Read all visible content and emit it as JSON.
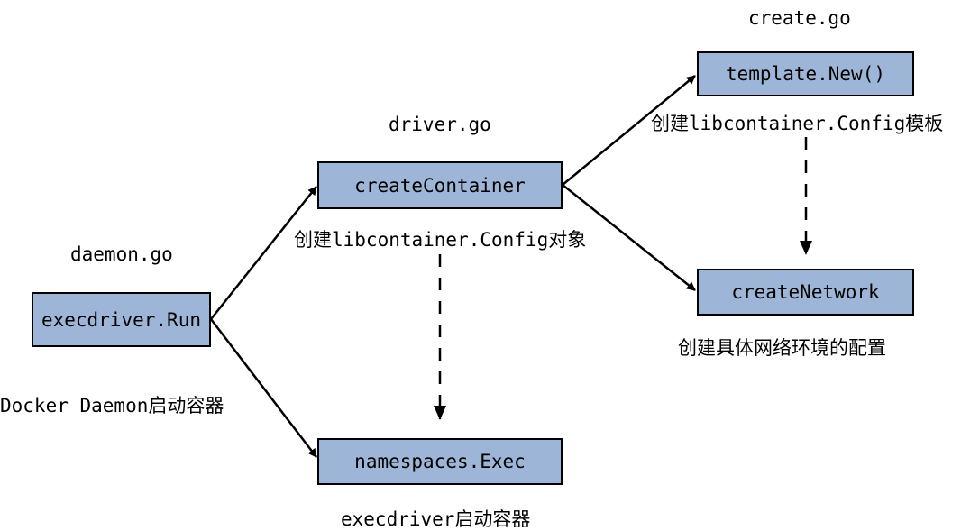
{
  "colors": {
    "node_fill": "#9db5d6",
    "line": "#000000"
  },
  "files": {
    "daemon": "daemon.go",
    "driver": "driver.go",
    "create": "create.go"
  },
  "nodes": {
    "execdriver_run": "execdriver.Run",
    "create_container": "createContainer",
    "namespaces_exec": "namespaces.Exec",
    "template_new": "template.New()",
    "create_network": "createNetwork"
  },
  "captions": {
    "execdriver_run": "Docker Daemon启动容器",
    "create_container": "创建libcontainer.Config对象",
    "namespaces_exec": "execdriver启动容器",
    "template_new": "创建libcontainer.Config模板",
    "create_network": "创建具体网络环境的配置"
  }
}
